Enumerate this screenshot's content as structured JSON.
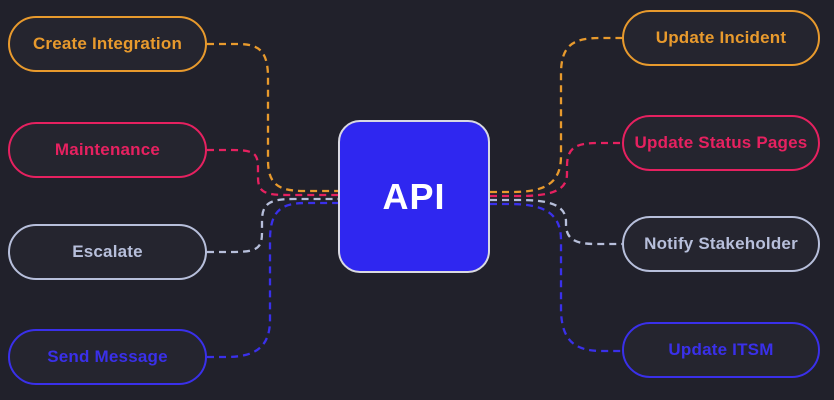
{
  "canvas": {
    "background": "#21212b"
  },
  "center_node": {
    "label": "API",
    "fill": "#2f27f0",
    "border": "#d9d9e2",
    "text_color": "#ffffff"
  },
  "left_nodes": [
    {
      "id": "create-integration",
      "label": "Create Integration",
      "color": "#e89a2d"
    },
    {
      "id": "maintenance",
      "label": "Maintenance",
      "color": "#e62160"
    },
    {
      "id": "escalate",
      "label": "Escalate",
      "color": "#b7bfdb"
    },
    {
      "id": "send-message",
      "label": "Send Message",
      "color": "#3a30ea"
    }
  ],
  "right_nodes": [
    {
      "id": "update-incident",
      "label": "Update Incident",
      "color": "#e89a2d"
    },
    {
      "id": "update-status-pages",
      "label": "Update Status Pages",
      "color": "#e62160"
    },
    {
      "id": "notify-stakeholder",
      "label": "Notify Stakeholder",
      "color": "#b7bfdb"
    },
    {
      "id": "update-itsm",
      "label": "Update ITSM",
      "color": "#3a30ea"
    }
  ]
}
